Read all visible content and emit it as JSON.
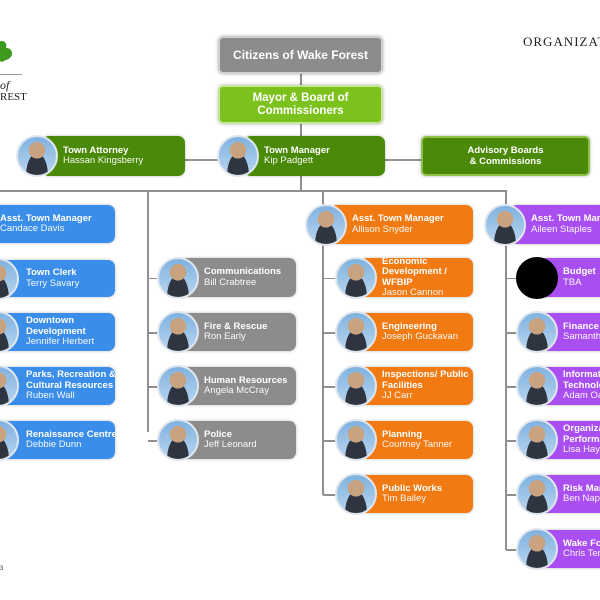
{
  "header": {
    "title": "ORGANIZAT",
    "logo_of": "of",
    "logo_rest": "REST"
  },
  "colors": {
    "gray": "#8c8c8c",
    "light_green": "#7cc11c",
    "dark_green": "#4b8a08",
    "blue": "#3a8eea",
    "orange": "#f27a12",
    "purple": "#a94ff2"
  },
  "citizens": "Citizens of Wake Forest",
  "mayor": "Mayor & Board of Commissioners",
  "advisory": "Advisory Boards & Commissions",
  "footer": {
    "page": "3"
  },
  "nodes": [
    {
      "title": "Town Attorney",
      "name": "Hassan Kingsberry",
      "color": "dark_green"
    },
    {
      "title": "Town Manager",
      "name": "Kip Padgett",
      "color": "dark_green"
    },
    {
      "title": "Asst. Town Manager",
      "name": "Candace Davis",
      "color": "blue"
    },
    {
      "title": "Town Clerk",
      "name": "Terry Savary",
      "color": "blue"
    },
    {
      "title": "Downtown Development",
      "name": "Jennifer Herbert",
      "color": "blue"
    },
    {
      "title": "Parks, Recreation & Cultural Resources",
      "name": "Ruben Wall",
      "color": "blue"
    },
    {
      "title": "Renaissance Centre",
      "name": "Debbie Dunn",
      "color": "blue"
    },
    {
      "title": "Communications",
      "name": "Bill Crabtree",
      "color": "gray"
    },
    {
      "title": "Fire & Rescue",
      "name": "Ron Early",
      "color": "gray"
    },
    {
      "title": "Human Resources",
      "name": "Angela McCray",
      "color": "gray"
    },
    {
      "title": "Police",
      "name": "Jeff Leonard",
      "color": "gray"
    },
    {
      "title": "Asst. Town Manager",
      "name": "Allison Snyder",
      "color": "orange"
    },
    {
      "title": "Economic Development / WFBIP",
      "name": "Jason Cannon",
      "color": "orange"
    },
    {
      "title": "Engineering",
      "name": "Joseph Guckavan",
      "color": "orange"
    },
    {
      "title": "Inspections/ Public Facilities",
      "name": "JJ Carr",
      "color": "orange"
    },
    {
      "title": "Planning",
      "name": "Courtney Tanner",
      "color": "orange"
    },
    {
      "title": "Public Works",
      "name": "Tim Bailey",
      "color": "orange"
    },
    {
      "title": "Asst. Town Man",
      "name": "Aileen Staples",
      "color": "purple"
    },
    {
      "title": "Budget",
      "name": "TBA",
      "color": "purple"
    },
    {
      "title": "Finance",
      "name": "Samanth",
      "color": "purple"
    },
    {
      "title": "Informati Technolo",
      "name": "Adam Oa",
      "color": "purple"
    },
    {
      "title": "Organiza Performa",
      "name": "Lisa Hay",
      "color": "purple"
    },
    {
      "title": "Risk Man",
      "name": "Ben Nap",
      "color": "purple"
    },
    {
      "title": "Wake Fo",
      "name": "Chris Ter",
      "color": "purple"
    }
  ]
}
